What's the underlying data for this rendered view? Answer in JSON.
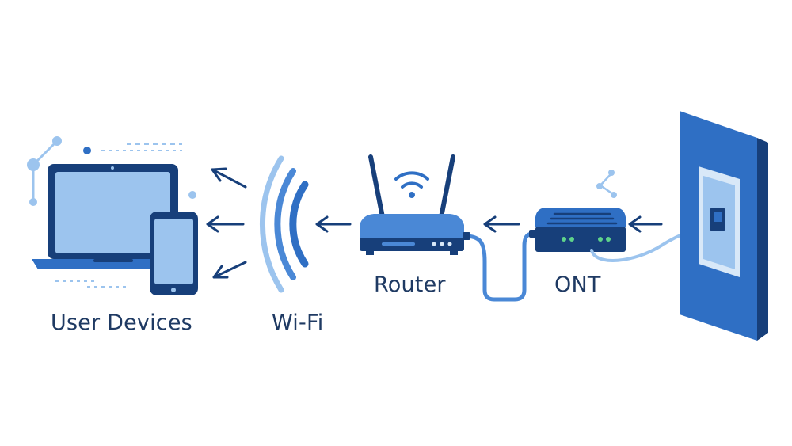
{
  "labels": {
    "user_devices": "User Devices",
    "wifi": "Wi-Fi",
    "router": "Router",
    "ont": "ONT"
  },
  "colors": {
    "dark_navy": "#173f7a",
    "primary_blue": "#2f6fc4",
    "medium_blue": "#4a88d6",
    "light_blue": "#9cc4ee",
    "pale_blue": "#d8e8f8",
    "led_green": "#5fd38a",
    "text": "#1f3a63"
  },
  "icons": {
    "devices": "laptop-and-phone-icon",
    "wifi": "wifi-waves-icon",
    "router": "router-icon",
    "ont": "ont-modem-icon",
    "wall": "wall-fiber-outlet-icon"
  }
}
